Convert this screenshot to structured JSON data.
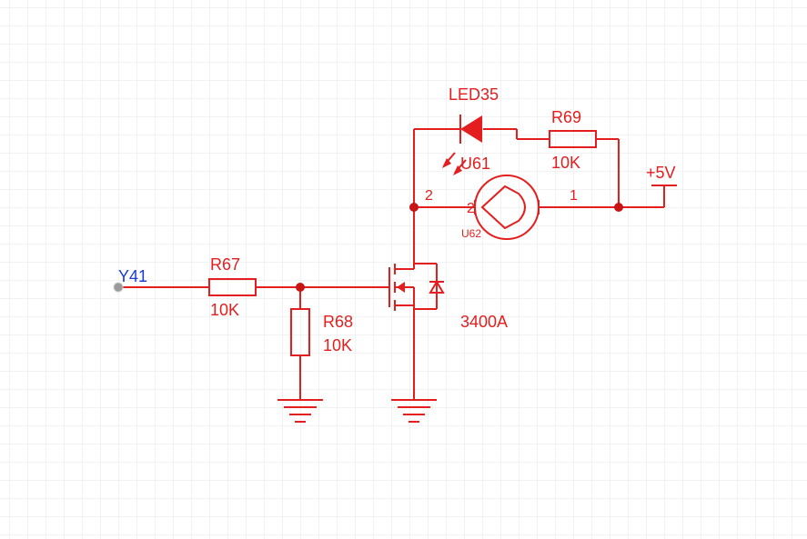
{
  "colors": {
    "background": "#ffffff",
    "grid": "#e6e6e6",
    "wire": "#e41e1e",
    "net_label": "#1a3bd6",
    "port": "#9a9a9a"
  },
  "net_label": {
    "text": "Y41"
  },
  "resistors": {
    "r67": {
      "ref": "R67",
      "value": "10K"
    },
    "r68": {
      "ref": "R68",
      "value": "10K"
    },
    "r69": {
      "ref": "R69",
      "value": "10K"
    }
  },
  "led": {
    "ref": "LED35"
  },
  "lamp": {
    "ref": "U61",
    "ref_small": "U62",
    "pin_left": "2",
    "pin_right": "1",
    "pin_outer_left": "2"
  },
  "mosfet": {
    "value": "3400A"
  },
  "power": {
    "label": "+5V"
  },
  "icons": {
    "mosfet": "n-channel-mosfet-icon",
    "led": "led-icon",
    "lamp": "bulb-icon",
    "ground": "ground-icon",
    "resistor": "resistor-icon"
  }
}
